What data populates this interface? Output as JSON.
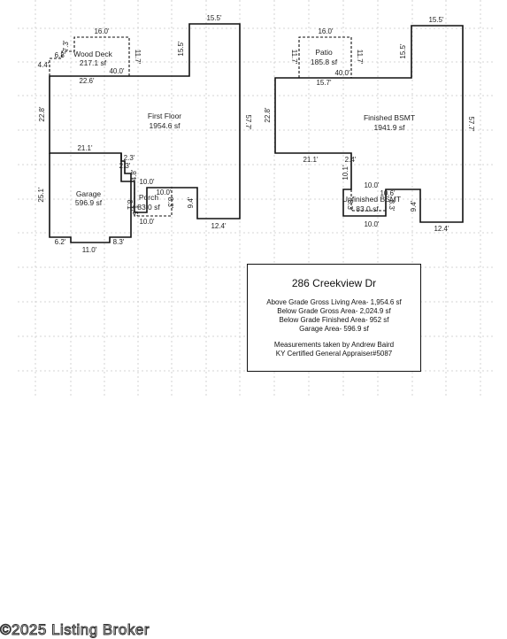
{
  "first_floor": {
    "label": "First Floor",
    "area": "1954.6 sf",
    "dims": {
      "top": "15.5'",
      "right": "57.7'",
      "left_upper": "15.5'",
      "deck_join": "22.6'",
      "left_main": "22.8'",
      "bottom_right": "12.4'",
      "notch_v": "9.4'",
      "notch_h": "10.0'"
    }
  },
  "wood_deck": {
    "label": "Wood Deck",
    "area": "217.1 sf",
    "dims": {
      "top": "16.0'",
      "right": "11.7'",
      "bottom": "40.0'",
      "left_a": "6.8'",
      "left_b": "7.3'",
      "left_c": "4.4'"
    }
  },
  "garage": {
    "label": "Garage",
    "area": "596.9 sf",
    "dims": {
      "top": "21.1'",
      "left": "25.1'",
      "right": "8.1'",
      "r1": "2.3'",
      "r2": "2.3'",
      "r3": "4.8'",
      "b1": "6.2'",
      "b2": "11.0'",
      "b3": "8.3'"
    }
  },
  "porch": {
    "label": "Porch",
    "area": "83.0 sf",
    "dims": {
      "top": "10.0'",
      "bottom": "10.0'",
      "left": "8.3'",
      "right": "8.3'",
      "small": "1.5'"
    }
  },
  "patio": {
    "label": "Patio",
    "area": "185.8 sf",
    "dims": {
      "top": "16.0'",
      "left": "11.7'",
      "right": "11.7'",
      "bottom": "40.0'"
    }
  },
  "finished_bsmt": {
    "label": "Finished BSMT",
    "area": "1941.9 sf",
    "dims": {
      "top": "15.5'",
      "right": "57.7'",
      "left_upper": "15.5'",
      "join": "15.7'",
      "left": "22.8'",
      "b1": "21.1'",
      "b2": "2.4'",
      "v": "10.1'",
      "notch_v": "9.4'",
      "bottom_right": "12.4'"
    }
  },
  "unfinished_bsmt": {
    "label": "Unfinished BSMT",
    "area": "83.0 sf",
    "dims": {
      "top": "10.0'",
      "bottom": "10.0'",
      "left": "8.3'",
      "right": "8.3'",
      "small": "10.6'"
    }
  },
  "summary": {
    "address": "286 Creekview Dr",
    "lines": [
      "Above Grade Gross Living Area- 1,954.6 sf",
      "Below Grade Gross Area- 2,024.9 sf",
      "Below Grade Finished Area- 952 sf",
      "Garage Area- 596.9 sf"
    ],
    "appraiser_lines": [
      "Measurements taken by Andrew Baird",
      "KY Certified General Appraiser#5087"
    ]
  },
  "watermark": "©2025 Listing Broker"
}
